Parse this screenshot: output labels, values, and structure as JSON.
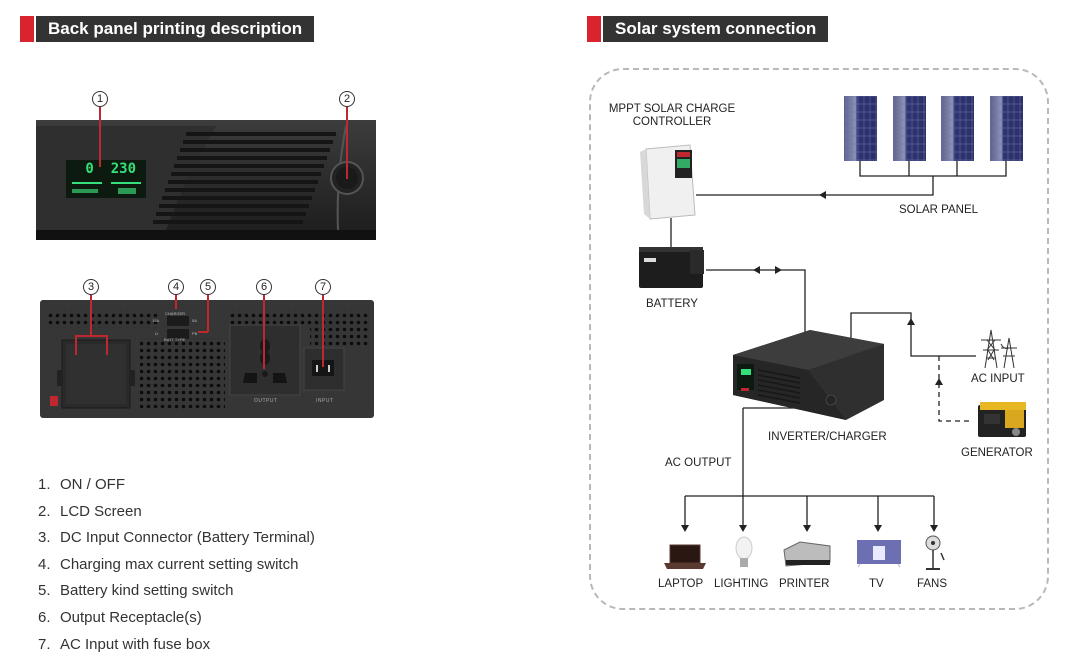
{
  "left_section": {
    "title": "Back panel printing description",
    "front_panel": {
      "lcd_readout": "0  230",
      "markers": [
        "1",
        "2"
      ]
    },
    "back_panel": {
      "markers": [
        "3",
        "4",
        "5",
        "6",
        "7"
      ],
      "switch_labels": {
        "top": "CHARGER",
        "bottom": "BATT TYPE",
        "left_top": "15A",
        "right_top": "5A",
        "left_bottom": "LI",
        "right_bottom": "PB"
      },
      "output_label": "OUTPUT",
      "input_label": "INPUT"
    },
    "legend": [
      {
        "num": "1.",
        "text": "ON / OFF"
      },
      {
        "num": "2.",
        "text": "LCD Screen"
      },
      {
        "num": "3.",
        "text": "DC Input Connector (Battery Terminal)"
      },
      {
        "num": "4.",
        "text": "Charging max current setting switch"
      },
      {
        "num": "5.",
        "text": "Battery kind setting switch"
      },
      {
        "num": "6.",
        "text": "Output Receptacle(s)"
      },
      {
        "num": "7.",
        "text": "AC Input with fuse box"
      }
    ]
  },
  "right_section": {
    "title": "Solar system connection",
    "labels": {
      "controller_line1": "MPPT SOLAR CHARGE",
      "controller_line2": "CONTROLLER",
      "solar_panel": "SOLAR PANEL",
      "battery": "BATTERY",
      "inverter": "INVERTER/CHARGER",
      "ac_input": "AC INPUT",
      "generator": "GENERATOR",
      "ac_output": "AC OUTPUT"
    },
    "loads": [
      "LAPTOP",
      "LIGHTING",
      "PRINTER",
      "TV",
      "FANS"
    ]
  },
  "colors": {
    "accent_red": "#d9232e",
    "header_bg": "#333333",
    "lcd_green": "#35e07a"
  }
}
